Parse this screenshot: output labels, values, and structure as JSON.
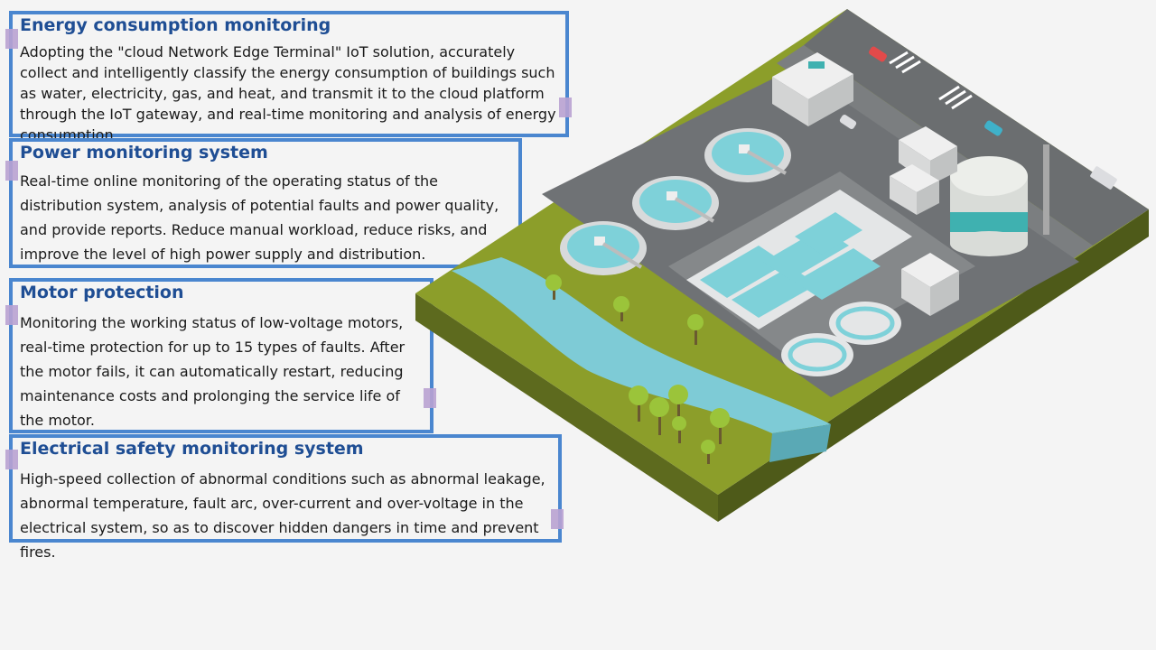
{
  "panels": [
    {
      "title": "Energy consumption monitoring",
      "body": "Adopting the \"cloud Network Edge Terminal\" IoT solution, accurately collect and intelligently classify the energy consumption of buildings such as water, electricity, gas, and heat, and transmit it to the cloud platform through the IoT gateway, and real-time monitoring and analysis of energy consumption."
    },
    {
      "title": "Power monitoring system",
      "body": "Real-time online monitoring of the operating status of the distribution system, analysis of potential faults and power quality, and provide reports. Reduce manual workload, reduce risks, and improve the level of high power supply and distribution."
    },
    {
      "title": "Motor protection",
      "body": "Monitoring the working status of low-voltage motors, real-time protection for up to 15 types of faults. After the motor fails, it can automatically restart, reducing maintenance costs and prolonging the service life of the motor."
    },
    {
      "title": "Electrical safety monitoring system",
      "body": "High-speed collection of abnormal conditions such as abnormal leakage, abnormal temperature, fault arc, over-current and over-voltage in the electrical system, so as to discover hidden dangers in time and prevent fires."
    }
  ],
  "colors": {
    "panel_border": "#4a86cf",
    "title": "#1f4e94",
    "grass": "#8c9e2a",
    "road": "#6b6e70",
    "water": "#7ecbd6",
    "ground_side": "#5d6a1e"
  },
  "illustration": "water-treatment-plant-isometric"
}
